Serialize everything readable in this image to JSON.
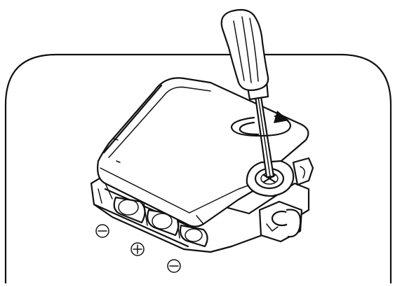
{
  "figure": {
    "polarity_markers": [
      {
        "symbol": "⊖",
        "meaning": "negative"
      },
      {
        "symbol": "⊕",
        "meaning": "positive"
      },
      {
        "symbol": "⊖",
        "meaning": "negative"
      }
    ],
    "colors": {
      "line": "#111111",
      "background": "#ffffff"
    }
  }
}
